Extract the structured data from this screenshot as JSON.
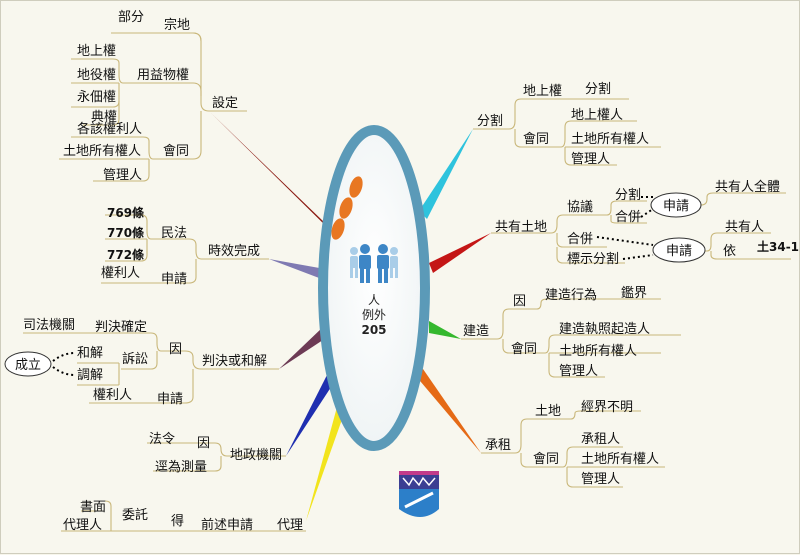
{
  "center": {
    "l1": "人",
    "l2": "例外",
    "l3": "205"
  },
  "left": {
    "sheding": "設定",
    "zongdi": "宗地",
    "bufen": "部分",
    "yongyi": "用益物權",
    "dishangquan": "地上權",
    "diyiquan": "地役權",
    "yongdianquan": "永佃權",
    "dianquan": "典權",
    "huitong": "會同",
    "gegaiquanli": "各該權利人",
    "tudisuoyou": "土地所有權人",
    "guanliren": "管理人",
    "shixiao": "時效完成",
    "minfa": "民法",
    "art769": "769條",
    "art770": "770條",
    "art772": "772條",
    "quanliren": "權利人",
    "shenqing": "申請",
    "panjue": "判決或和解",
    "yin": "因",
    "sifa": "司法機關",
    "panjuequeding": "判決確定",
    "susong": "訴訟",
    "chengli": "成立",
    "hejie": "和解",
    "tiaojie": "調解",
    "dizheng": "地政機關",
    "faling": "法令",
    "zunwei": "逕為測量",
    "daili": "代理",
    "shumian": "書面",
    "dailiren": "代理人",
    "weituo": "委託",
    "de": "得",
    "qianshu": "前述申請"
  },
  "right": {
    "fenge": "分割",
    "dishangquan": "地上權",
    "fenge2": "分割",
    "huitong": "會同",
    "dishangquanren": "地上權人",
    "tudisuoyou": "土地所有權人",
    "guanliren": "管理人",
    "gongyou": "共有土地",
    "xieyi": "協議",
    "fenge3": "分割",
    "hebing": "合併",
    "shenqing": "申請",
    "gongyouquanti": "共有人全體",
    "hebing2": "合併",
    "biaoshi": "標示分割",
    "shenqing2": "申請",
    "gongyouren": "共有人",
    "yi": "依",
    "tu341": "土34-1",
    "jianzao": "建造",
    "yin": "因",
    "jianzaoxingwei": "建造行為",
    "jianjie": "鑑界",
    "huitong2": "會同",
    "zhizhao": "建造執照起造人",
    "tudisuoyou2": "土地所有權人",
    "guanliren2": "管理人",
    "chengzu": "承租",
    "tudi": "土地",
    "jingjie": "經界不明",
    "huitong3": "會同",
    "chengzuren": "承租人",
    "tudisuoyou3": "土地所有權人",
    "guanliren3": "管理人"
  },
  "colors": {
    "oval_ring": "#5b9ab8",
    "orange": "#e87722",
    "figure": "#3d86c6"
  }
}
